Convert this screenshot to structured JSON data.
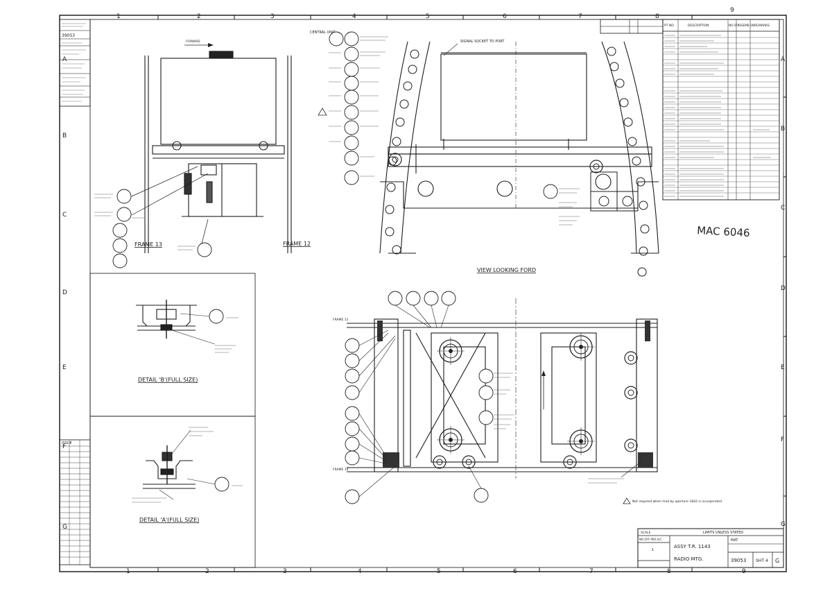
{
  "sheet": {
    "col_markers_top": [
      "1",
      "2",
      "3",
      "4",
      "5",
      "6",
      "7",
      "8",
      "9"
    ],
    "col_markers_bottom": [
      "1",
      "2",
      "3",
      "4",
      "5",
      "6",
      "7",
      "8",
      "9"
    ],
    "row_markers_left": [
      "A",
      "B",
      "C",
      "D",
      "E",
      "F",
      "G"
    ],
    "row_markers_right": [
      "A",
      "B",
      "C",
      "D",
      "E",
      "F",
      "G"
    ]
  },
  "drawing_ref": "MAC 6046",
  "views": {
    "frame_13": "FRAME 13",
    "frame_12": "FRAME 12",
    "view_looking_ford": "VIEW LOOKING FORD",
    "detail_b": "DETAIL 'B'(FULL SIZE)",
    "detail_a": "DETAIL 'A'(FULL SIZE)",
    "frame_11": "FRAME 11",
    "frame_10": "FRAME 10",
    "forward": "FORWARD"
  },
  "notes": {
    "aircraft_ref": "Not required when mod by aperture 1842 is incorporated",
    "signal_socket": "SIGNAL SOCKET TO PORT",
    "central_unit": "CENTRAL UNIT",
    "mod_ref": "MOD"
  },
  "parts_list": {
    "headers": [
      "PT NO.",
      "DESCRIPTION",
      "NO OFF",
      "ASSEMB ON",
      "REMARKS"
    ]
  },
  "title_block": {
    "scale_label": "SCALE",
    "limits_label": "LIMITS UNLESS STATED",
    "mat_label": "MAT",
    "assy_title": "ASSY T.R. 1143",
    "radio_title": "RADIO MTG.",
    "drawing_number": "39053",
    "sheet_number": "SHT 4",
    "revision_letter": "G",
    "no_off": "1",
    "no_off_header": "NO OFF PER A/C"
  },
  "side_panel": {
    "top_text": "39053",
    "issue_label": "ISSUE"
  }
}
